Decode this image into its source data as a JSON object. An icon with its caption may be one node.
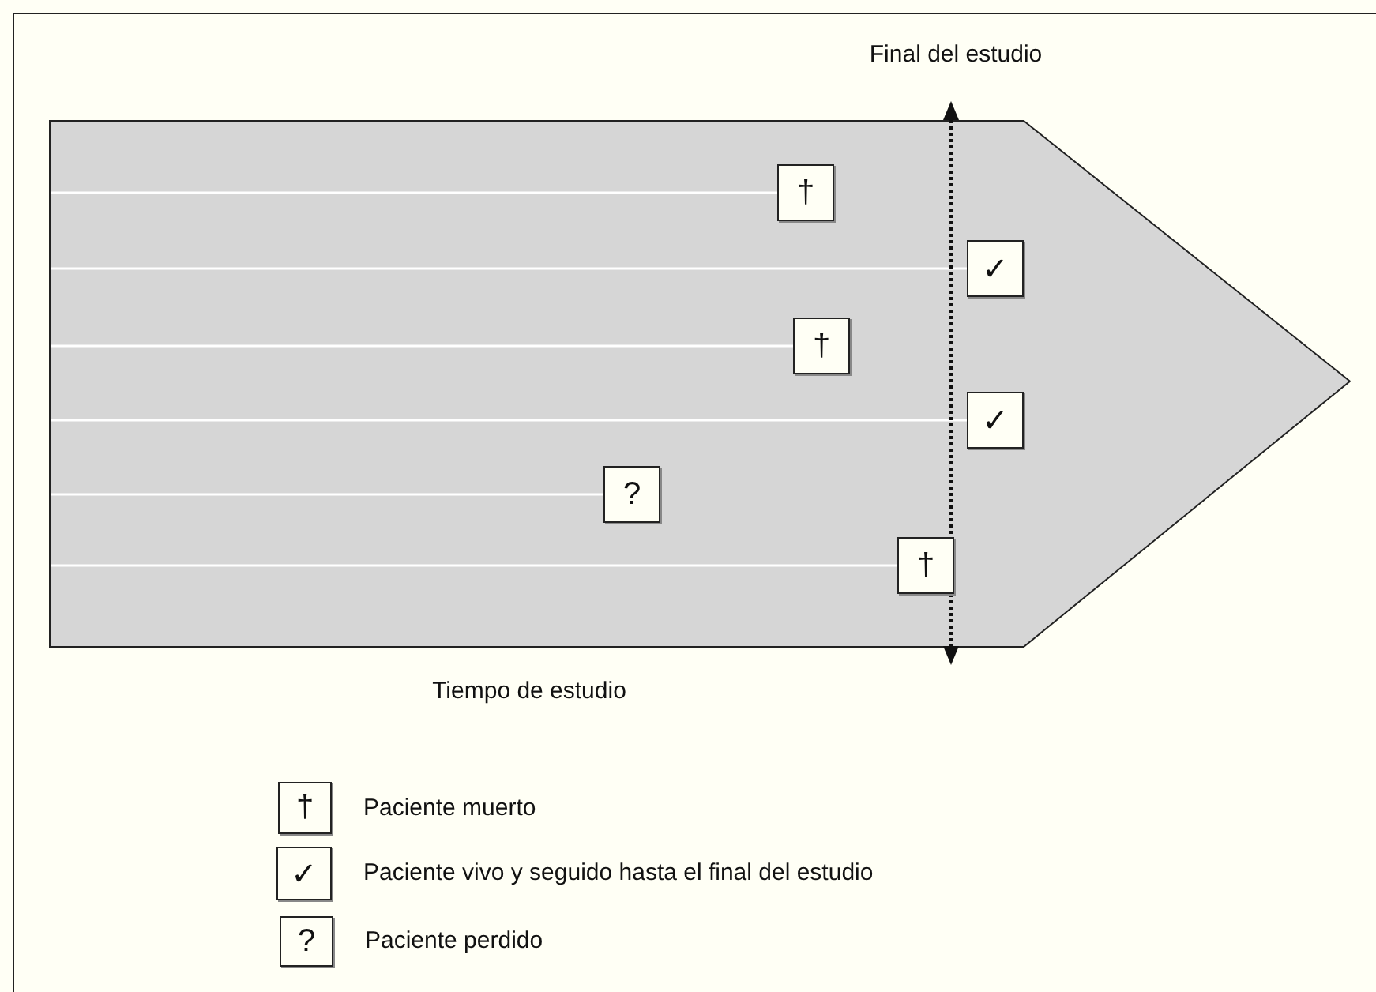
{
  "diagram": {
    "nodes": [
      {
        "text": [],
        "shape": "arrow"
      },
      {
        "text": [
          "†"
        ],
        "in": 0
      },
      {
        "text": [
          "✓"
        ],
        "in": 0
      },
      {
        "text": [
          "†"
        ],
        "in": 0
      },
      {
        "text": [
          "✓"
        ],
        "in": 0
      },
      {
        "text": [
          "?"
        ],
        "in": 0
      },
      {
        "text": [
          "†"
        ],
        "in": 0
      },
      {
        "text": [
          "†"
        ],
        "beside": [
          "Paciente muerto"
        ]
      },
      {
        "text": [
          "✓"
        ],
        "beside": [
          "Paciente vivo y seguido hasta el final del estudio"
        ]
      },
      {
        "text": [
          "?"
        ],
        "beside": [
          "Paciente perdido"
        ]
      }
    ],
    "edges": [
      {
        "from": null,
        "to": 1,
        "arrow": "none"
      },
      {
        "from": null,
        "to": 2,
        "arrow": "none"
      },
      {
        "from": null,
        "to": 3,
        "arrow": "none"
      },
      {
        "from": null,
        "to": 4,
        "arrow": "none"
      },
      {
        "from": null,
        "to": 5,
        "arrow": "none"
      },
      {
        "from": null,
        "to": 6,
        "arrow": "none"
      }
    ],
    "labels": [
      "Final del estudio",
      "Tiempo de estudio"
    ]
  }
}
